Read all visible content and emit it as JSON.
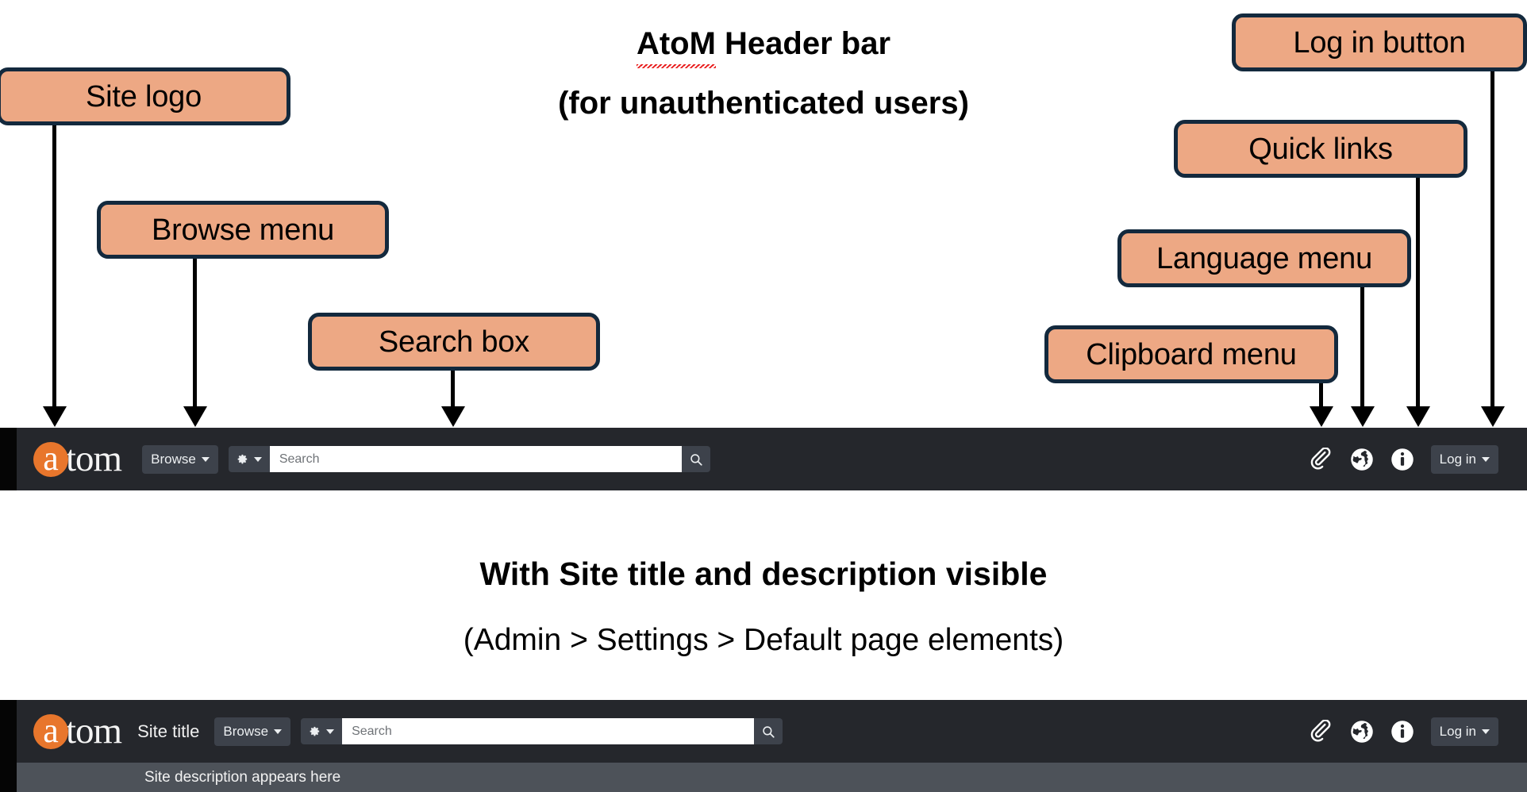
{
  "headings": {
    "title_spell_word": "AtoM",
    "title_rest": " Header bar",
    "subtitle": "(for unauthenticated users)",
    "section2_title": "With Site title and description visible",
    "section2_sub": "(Admin > Settings > Default page elements)"
  },
  "callouts": [
    {
      "id": "site-logo",
      "label": "Site logo"
    },
    {
      "id": "browse-menu",
      "label": "Browse menu"
    },
    {
      "id": "search-box",
      "label": "Search box"
    },
    {
      "id": "clipboard-menu",
      "label": "Clipboard menu"
    },
    {
      "id": "language-menu",
      "label": "Language menu"
    },
    {
      "id": "quick-links",
      "label": "Quick links"
    },
    {
      "id": "login-button",
      "label": "Log in button"
    }
  ],
  "header_bar_1": {
    "logo_letter": "a",
    "logo_word": "tom",
    "browse_label": "Browse",
    "search_placeholder": "Search",
    "search_value": "",
    "login_label": "Log in",
    "icons": [
      "paperclip-icon",
      "globe-icon",
      "info-circle-icon"
    ]
  },
  "header_bar_2": {
    "logo_letter": "a",
    "logo_word": "tom",
    "site_title": "Site title",
    "browse_label": "Browse",
    "search_placeholder": "Search",
    "search_value": "",
    "login_label": "Log in",
    "site_description": "Site description appears here",
    "icons": [
      "paperclip-icon",
      "globe-icon",
      "info-circle-icon"
    ]
  },
  "colors": {
    "callout_fill": "#eda884",
    "callout_border": "#13293d",
    "bar_bg": "#25272c",
    "button_bg": "#3d424b",
    "logo_orange": "#e8762c",
    "desc_bg": "#4d5259",
    "spellcheck_red": "#e81a1a"
  }
}
